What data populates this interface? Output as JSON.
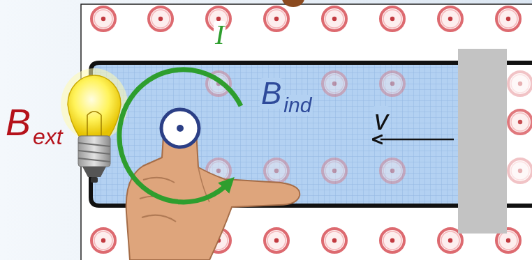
{
  "diagram": {
    "labels": [
      "I",
      "B",
      "ext",
      "B",
      "ind",
      "v"
    ]
  }
}
